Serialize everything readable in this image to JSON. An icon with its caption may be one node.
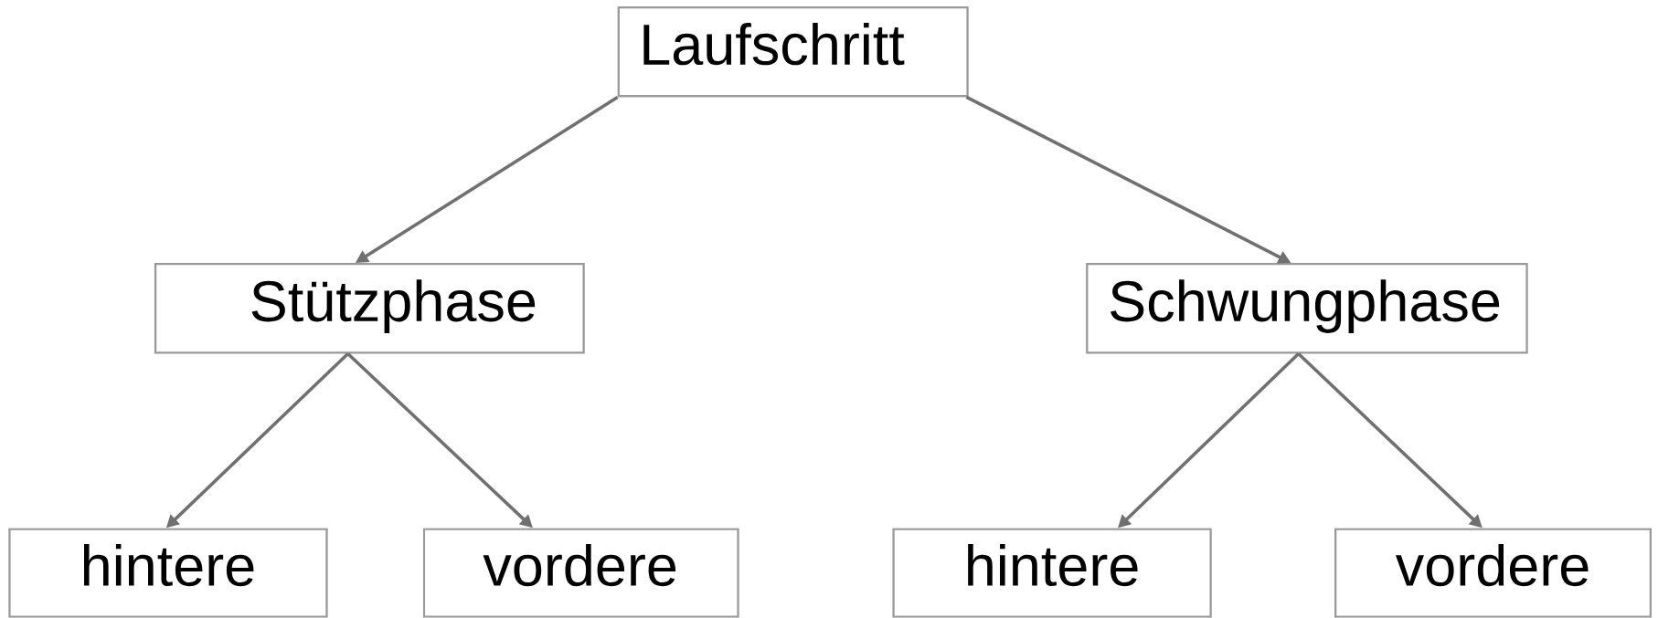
{
  "diagram": {
    "nodes": [
      {
        "text": [
          "Laufschritt"
        ]
      },
      {
        "text": [
          "Stützphase"
        ]
      },
      {
        "text": [
          "Schwungphase"
        ]
      },
      {
        "text": [
          "hintere"
        ]
      },
      {
        "text": [
          "vordere"
        ]
      },
      {
        "text": [
          "hintere"
        ]
      },
      {
        "text": [
          "vordere"
        ]
      }
    ],
    "edges": [
      {
        "from": 0,
        "to": 1,
        "arrow": "to"
      },
      {
        "from": 0,
        "to": 2,
        "arrow": "to"
      },
      {
        "from": 1,
        "to": 3,
        "arrow": "to"
      },
      {
        "from": 1,
        "to": 4,
        "arrow": "to"
      },
      {
        "from": 2,
        "to": 5,
        "arrow": "to"
      },
      {
        "from": 2,
        "to": 6,
        "arrow": "to"
      }
    ]
  }
}
